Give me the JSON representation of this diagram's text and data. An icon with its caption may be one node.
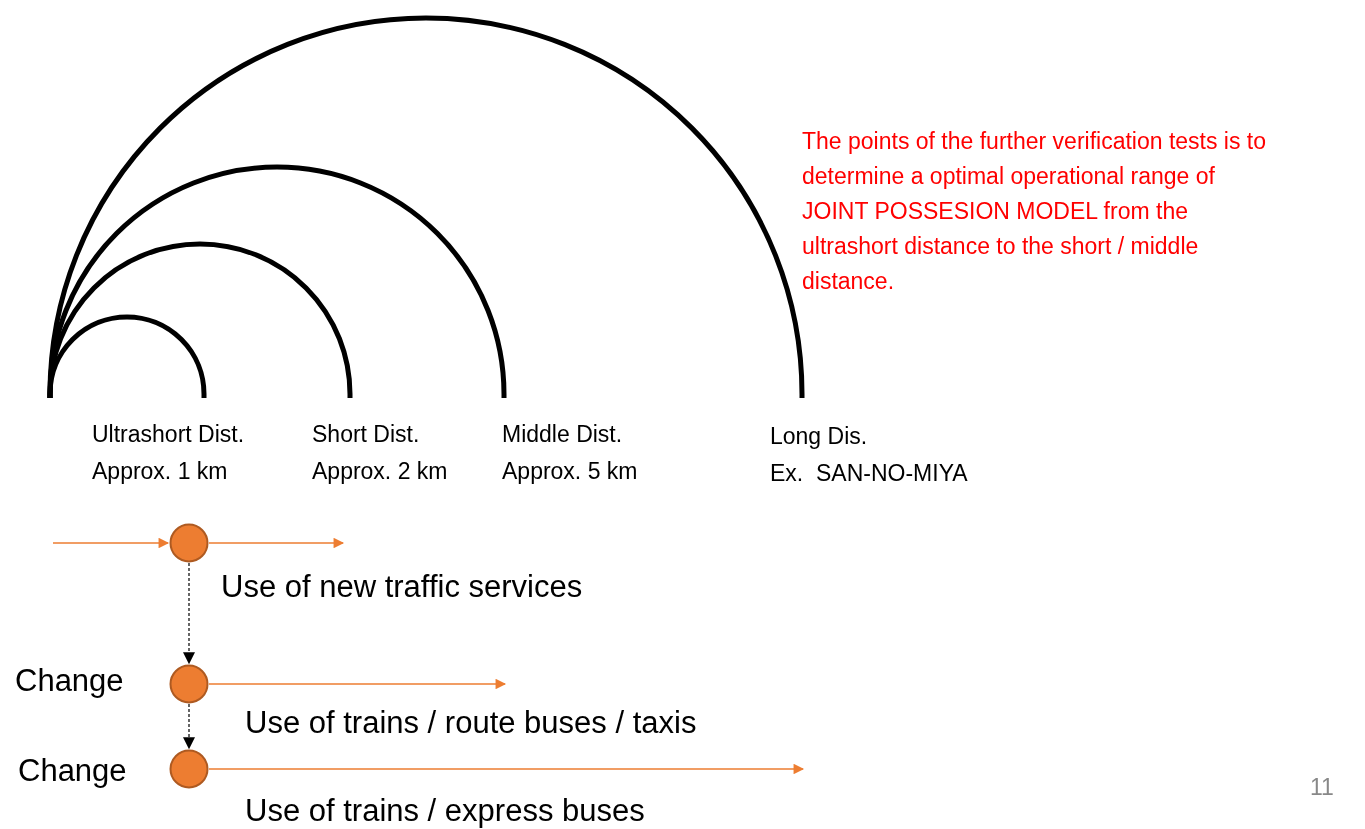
{
  "diagram": {
    "nodes": [
      {
        "text": [],
        "shape": "circle"
      },
      {
        "text": [],
        "shape": "circle",
        "beside": [
          "Change"
        ]
      },
      {
        "text": [],
        "shape": "circle",
        "beside": [
          "Change"
        ]
      }
    ],
    "edges": [
      {
        "from": null,
        "to": 0,
        "arrow": "to"
      },
      {
        "from": 0,
        "to": null,
        "arrow": "to"
      },
      {
        "from": 0,
        "to": 1,
        "arrow": "to",
        "style": "dashed",
        "color": "#000000"
      },
      {
        "from": 1,
        "to": null,
        "arrow": "to"
      },
      {
        "from": 1,
        "to": 2,
        "arrow": "to",
        "style": "dashed",
        "color": "#000000"
      },
      {
        "from": 2,
        "to": null,
        "arrow": "to"
      }
    ],
    "labels": [
      "The points of the further verification tests is to determine a optimal operational range of JOINT POSSESION MODEL from the ultrashort distance to the short / middle distance.",
      "Ultrashort Dist.",
      "Short Dist.",
      "Middle Dist.",
      "Long Dis.",
      "Approx. 1 km",
      "Approx. 2 km",
      "Approx. 5 km",
      "Ex.  SAN-NO-MIYA",
      "Use of new traffic services",
      "Use of trains / route buses / taxis",
      "11",
      "Use of trains / express buses"
    ]
  }
}
